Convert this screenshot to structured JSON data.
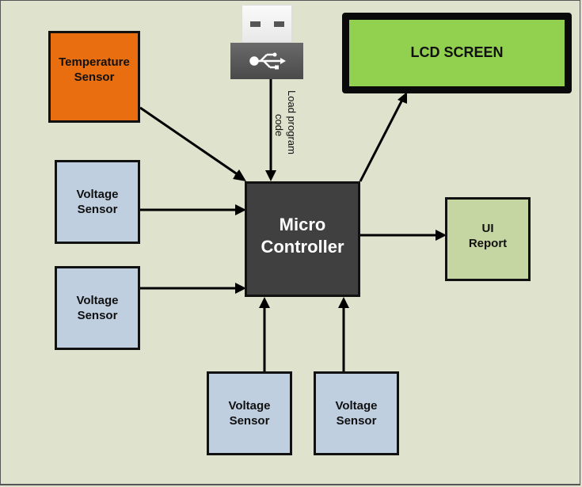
{
  "diagram": {
    "title": "Microcontroller sensor system block diagram",
    "nodes": {
      "temperature_sensor": {
        "label": "Temperature\nSensor",
        "color": "#e96e0f"
      },
      "voltage_sensor_1": {
        "label": "Voltage\nSensor",
        "color": "#bfcfe0"
      },
      "voltage_sensor_2": {
        "label": "Voltage\nSensor",
        "color": "#bfcfe0"
      },
      "voltage_sensor_3": {
        "label": "Voltage\nSensor",
        "color": "#bfcfe0"
      },
      "voltage_sensor_4": {
        "label": "Voltage\nSensor",
        "color": "#bfcfe0"
      },
      "micro_controller": {
        "label": "Micro\nController",
        "color": "#404040"
      },
      "ui_report": {
        "label": "UI\nReport",
        "color": "#c6d6a2"
      },
      "lcd_screen": {
        "label": "LCD SCREEN",
        "color": "#92d050"
      },
      "usb": {
        "icon": "usb-icon"
      }
    },
    "edges": [
      {
        "from": "temperature_sensor",
        "to": "micro_controller"
      },
      {
        "from": "voltage_sensor_1",
        "to": "micro_controller"
      },
      {
        "from": "voltage_sensor_2",
        "to": "micro_controller"
      },
      {
        "from": "voltage_sensor_3",
        "to": "micro_controller"
      },
      {
        "from": "voltage_sensor_4",
        "to": "micro_controller"
      },
      {
        "from": "usb",
        "to": "micro_controller",
        "label_line1": "Load program",
        "label_line2": "code"
      },
      {
        "from": "micro_controller",
        "to": "lcd_screen"
      },
      {
        "from": "micro_controller",
        "to": "ui_report"
      }
    ]
  }
}
